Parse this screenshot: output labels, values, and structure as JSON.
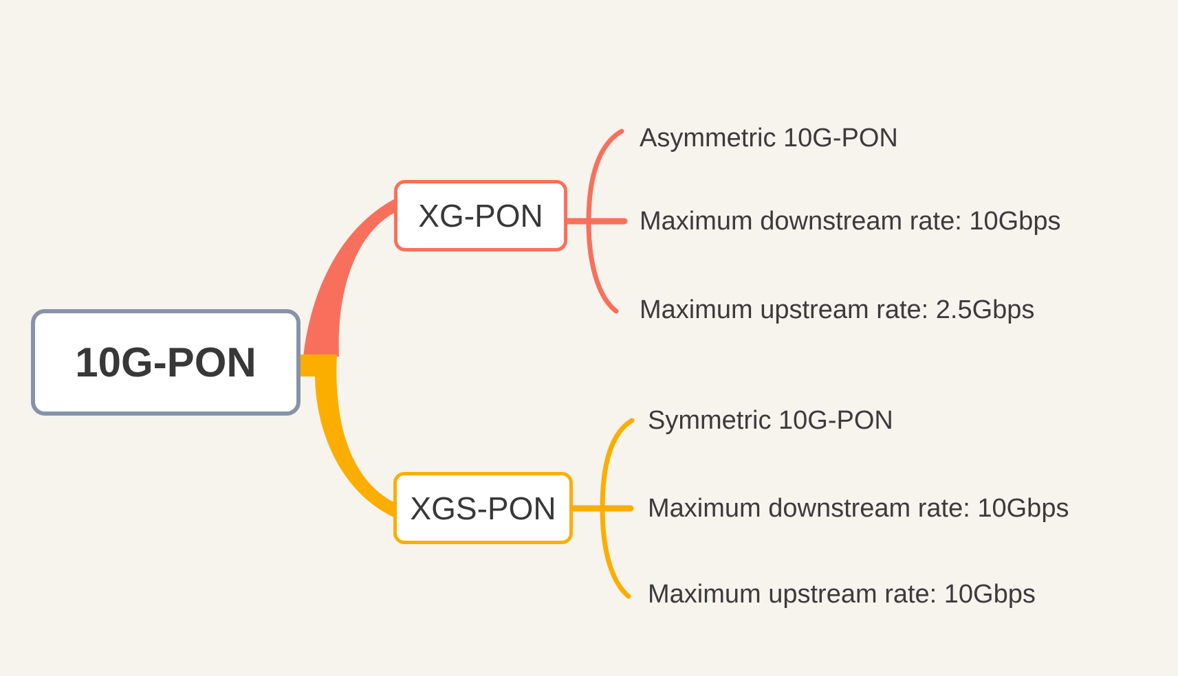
{
  "canvas": {
    "background_color": "#f7f3ed",
    "text_color": "#383838",
    "node_fill": "#ffffff"
  },
  "mindmap": {
    "root": {
      "label": "10G-PON",
      "border_color": "#8892a7"
    },
    "branches": [
      {
        "label": "XG-PON",
        "color": "#f8705c",
        "children": [
          {
            "label": "Asymmetric 10G-PON"
          },
          {
            "label": "Maximum downstream rate: 10Gbps"
          },
          {
            "label": "Maximum upstream rate: 2.5Gbps"
          }
        ]
      },
      {
        "label": "XGS-PON",
        "color": "#fbae00",
        "children": [
          {
            "label": "Symmetric 10G-PON"
          },
          {
            "label": "Maximum downstream rate: 10Gbps"
          },
          {
            "label": "Maximum upstream rate: 10Gbps"
          }
        ]
      }
    ]
  }
}
